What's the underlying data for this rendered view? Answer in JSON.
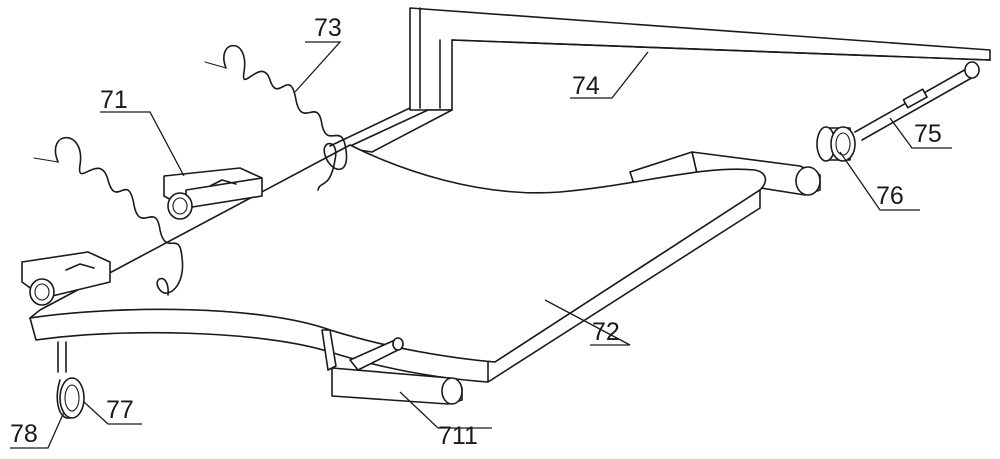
{
  "labels": {
    "l71": "71",
    "l72": "72",
    "l73": "73",
    "l74": "74",
    "l75": "75",
    "l76": "76",
    "l77": "77",
    "l78": "78",
    "l711": "711"
  }
}
